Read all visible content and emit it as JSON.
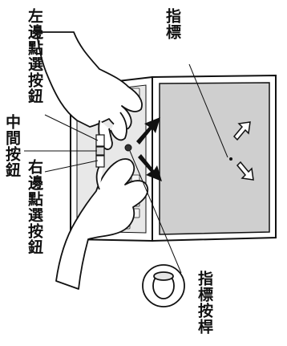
{
  "labels": {
    "left_click_button": "左邊點選按鈕",
    "middle_button": "中間按鈕",
    "right_click_button": "右邊點選按鈕",
    "pointer": "指標",
    "pointing_stick": "指標按桿"
  }
}
